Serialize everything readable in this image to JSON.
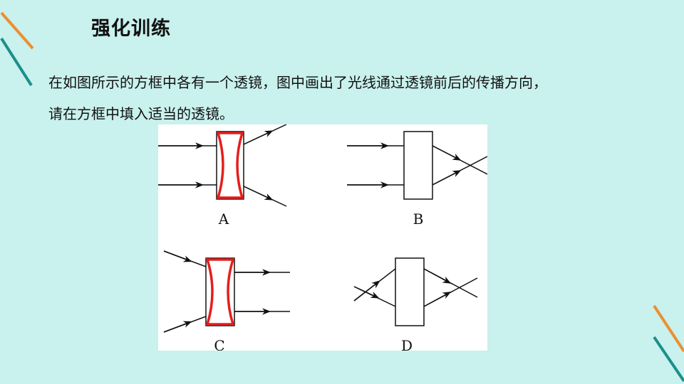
{
  "slide": {
    "title": "强化训练",
    "question_line1": "在如图所示的方框中各有一个透镜，图中画出了光线通过透镜前后的传播方向，",
    "question_line2": "请在方框中填入适当的透镜。"
  },
  "figure": {
    "panels": [
      {
        "label": "A",
        "answer_lens": "concave"
      },
      {
        "label": "B",
        "answer_lens": "none"
      },
      {
        "label": "C",
        "answer_lens": "concave"
      },
      {
        "label": "D",
        "answer_lens": "none"
      }
    ],
    "colors": {
      "lens": "#e41e1e",
      "line": "#111111",
      "accent_orange": "#ec8f2f",
      "accent_teal": "#1d8f8a"
    }
  }
}
